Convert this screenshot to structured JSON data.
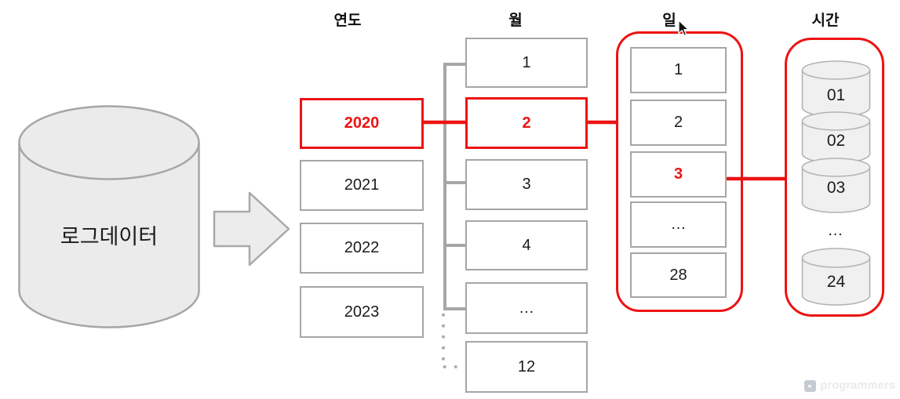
{
  "source": {
    "label": "로그데이터"
  },
  "columns": {
    "year": {
      "header": "연도",
      "items": [
        {
          "label": "2020",
          "highlight": true
        },
        {
          "label": "2021",
          "highlight": false
        },
        {
          "label": "2022",
          "highlight": false
        },
        {
          "label": "2023",
          "highlight": false
        }
      ]
    },
    "month": {
      "header": "월",
      "items": [
        {
          "label": "1",
          "highlight": false
        },
        {
          "label": "2",
          "highlight": true
        },
        {
          "label": "3",
          "highlight": false
        },
        {
          "label": "4",
          "highlight": false
        },
        {
          "label": "…",
          "highlight": false
        },
        {
          "label": "12",
          "highlight": false
        }
      ]
    },
    "day": {
      "header": "일",
      "items": [
        {
          "label": "1",
          "highlight": false
        },
        {
          "label": "2",
          "highlight": false
        },
        {
          "label": "3",
          "highlight": true
        },
        {
          "label": "…",
          "highlight": false
        },
        {
          "label": "28",
          "highlight": false
        }
      ]
    },
    "hour": {
      "header": "시간",
      "items": [
        {
          "label": "01",
          "highlight": false
        },
        {
          "label": "02",
          "highlight": false
        },
        {
          "label": "03",
          "highlight": false
        },
        {
          "label": "…",
          "highlight": false
        },
        {
          "label": "24",
          "highlight": false
        }
      ]
    }
  },
  "colors": {
    "accent_red": "#ed1212",
    "border_gray": "#a6a6a6",
    "shape_fill": "#ebebeb"
  },
  "watermark": {
    "label": "programmers"
  }
}
